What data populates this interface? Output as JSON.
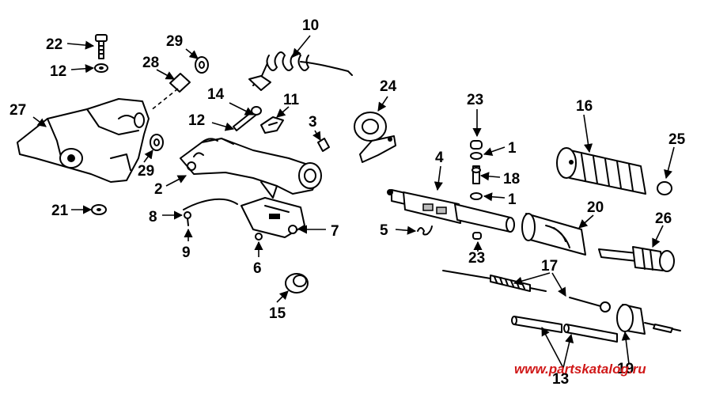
{
  "callouts": {
    "c1a": "1",
    "c1b": "1",
    "c2": "2",
    "c3": "3",
    "c4": "4",
    "c5": "5",
    "c6": "6",
    "c7": "7",
    "c8": "8",
    "c9": "9",
    "c10": "10",
    "c11": "11",
    "c12a": "12",
    "c12b": "12",
    "c13": "13",
    "c14": "14",
    "c15": "15",
    "c16": "16",
    "c17": "17",
    "c18": "18",
    "c19": "19",
    "c20": "20",
    "c21": "21",
    "c22": "22",
    "c23a": "23",
    "c23b": "23",
    "c24": "24",
    "c25": "25",
    "c26": "26",
    "c27": "27",
    "c28": "28",
    "c29a": "29",
    "c29b": "29"
  },
  "watermark": "www.partskatalog.ru"
}
